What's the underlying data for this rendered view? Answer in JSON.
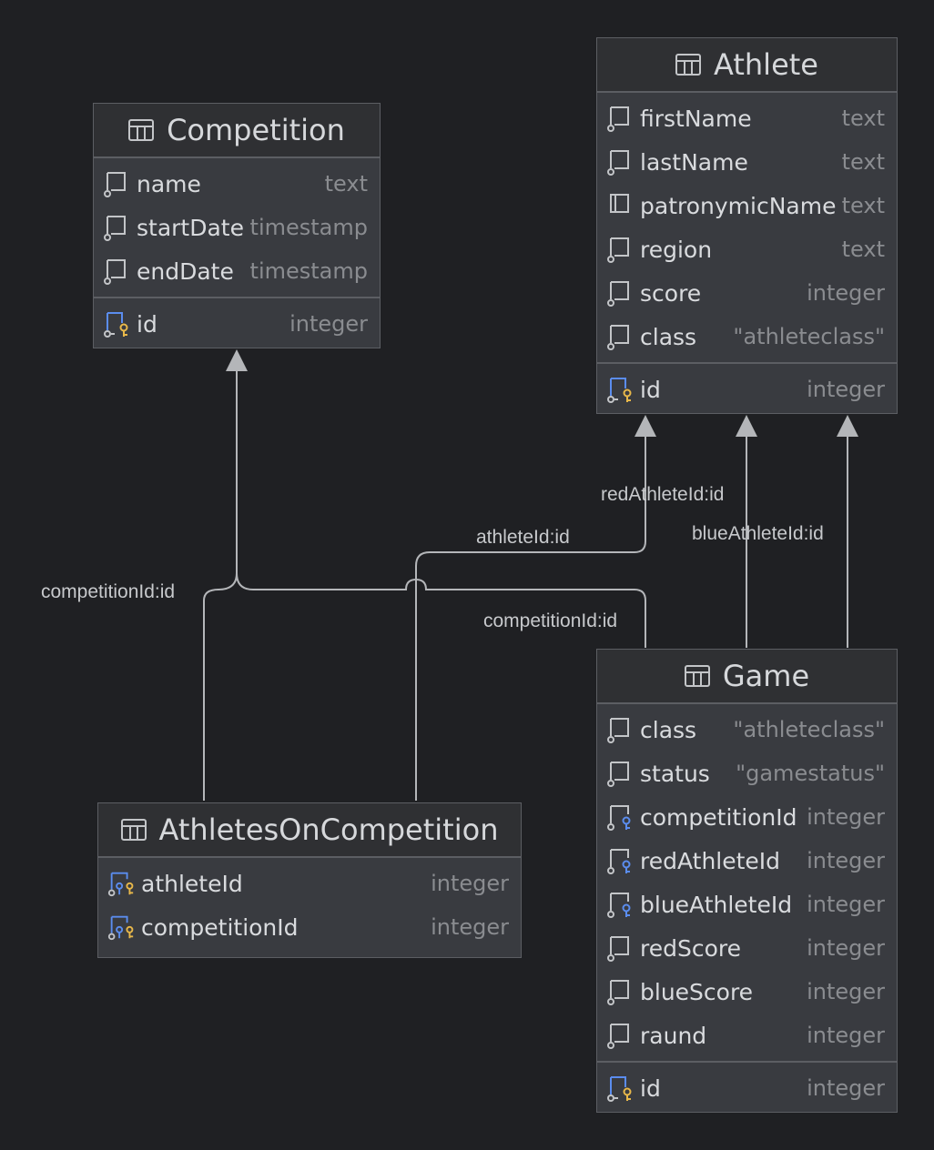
{
  "entities": {
    "competition": {
      "title": "Competition",
      "columns": [
        {
          "name": "name",
          "type": "text"
        },
        {
          "name": "startDate",
          "type": "timestamp"
        },
        {
          "name": "endDate",
          "type": "timestamp"
        }
      ],
      "keys": [
        {
          "name": "id",
          "type": "integer"
        }
      ]
    },
    "athlete": {
      "title": "Athlete",
      "columns": [
        {
          "name": "firstName",
          "type": "text"
        },
        {
          "name": "lastName",
          "type": "text"
        },
        {
          "name": "patronymicName",
          "type": "text"
        },
        {
          "name": "region",
          "type": "text"
        },
        {
          "name": "score",
          "type": "integer"
        },
        {
          "name": "class",
          "type": "\"athleteclass\""
        }
      ],
      "keys": [
        {
          "name": "id",
          "type": "integer"
        }
      ]
    },
    "athletes_on_competition": {
      "title": "AthletesOnCompetition",
      "columns": [
        {
          "name": "athleteId",
          "type": "integer"
        },
        {
          "name": "competitionId",
          "type": "integer"
        }
      ]
    },
    "game": {
      "title": "Game",
      "columns": [
        {
          "name": "class",
          "type": "\"athleteclass\""
        },
        {
          "name": "status",
          "type": "\"gamestatus\""
        },
        {
          "name": "competitionId",
          "type": "integer"
        },
        {
          "name": "redAthleteId",
          "type": "integer"
        },
        {
          "name": "blueAthleteId",
          "type": "integer"
        },
        {
          "name": "redScore",
          "type": "integer"
        },
        {
          "name": "blueScore",
          "type": "integer"
        },
        {
          "name": "raund",
          "type": "integer"
        }
      ],
      "keys": [
        {
          "name": "id",
          "type": "integer"
        }
      ]
    }
  },
  "edges": {
    "aoc_competition": "competitionId:id",
    "aoc_athlete": "athleteId:id",
    "game_competition": "competitionId:id",
    "game_red": "redAthleteId:id",
    "game_blue": "blueAthleteId:id"
  },
  "colors": {
    "background": "#1f2023",
    "entity_body": "#393b40",
    "entity_header": "#2f3033",
    "border": "#5c5e63",
    "edge": "#b4b6b9",
    "column_icon": "#c3c5c8",
    "fk_icon": "#5b8def",
    "key_icon": "#e8b84a"
  }
}
